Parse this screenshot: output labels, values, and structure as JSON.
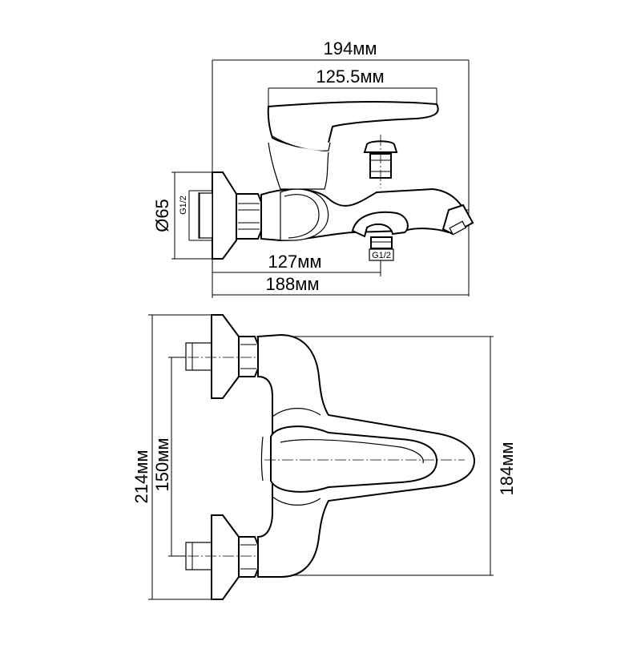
{
  "top_view": {
    "overall_width": "194мм",
    "handle_width": "125.5мм",
    "flange_diameter": "Ø65",
    "thread_inlet": "G1/2",
    "thread_outlet": "G1/2",
    "inlet_to_outlet": "127мм",
    "inlet_to_spout": "188мм"
  },
  "front_view": {
    "overall_height": "214мм",
    "inlet_spacing": "150мм",
    "spout_length": "184мм"
  },
  "colors": {
    "line": "#000000",
    "background": "#ffffff"
  }
}
